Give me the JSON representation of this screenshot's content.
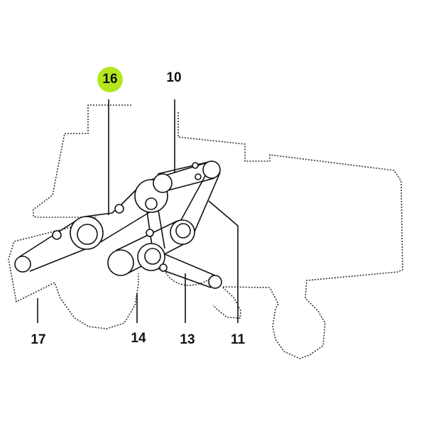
{
  "diagram": {
    "title": "Belt drive layout",
    "highlight_color": "#b5e61d",
    "callouts": [
      {
        "id": "16",
        "label": "16",
        "highlighted": true
      },
      {
        "id": "10",
        "label": "10",
        "highlighted": false
      },
      {
        "id": "17",
        "label": "17",
        "highlighted": false
      },
      {
        "id": "14",
        "label": "14",
        "highlighted": false
      },
      {
        "id": "13",
        "label": "13",
        "highlighted": false
      },
      {
        "id": "11",
        "label": "11",
        "highlighted": false
      }
    ]
  }
}
